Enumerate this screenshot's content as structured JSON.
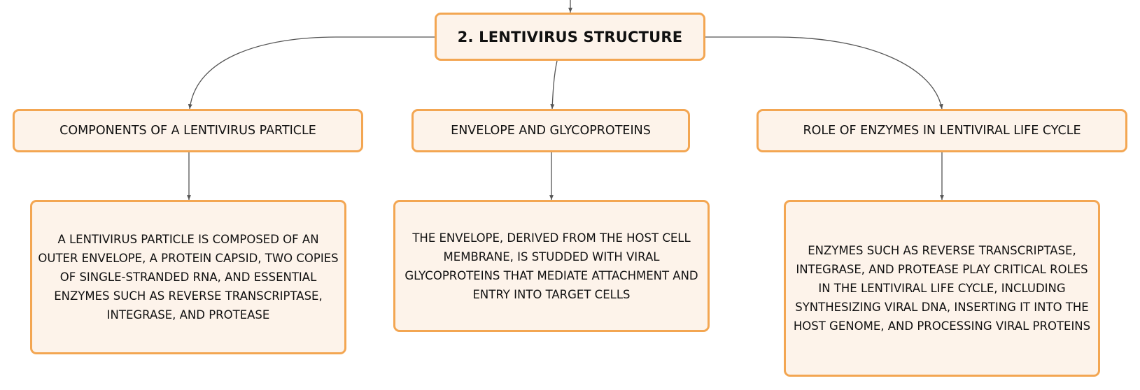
{
  "root": {
    "title": "2. LENTIVIRUS STRUCTURE"
  },
  "branches": [
    {
      "label": "COMPONENTS OF A LENTIVIRUS PARTICLE",
      "detail": "A LENTIVIRUS PARTICLE IS COMPOSED OF AN OUTER ENVELOPE, A PROTEIN CAPSID, TWO COPIES OF SINGLE-STRANDED RNA, AND ESSENTIAL ENZYMES SUCH AS REVERSE TRANSCRIPTASE, INTEGRASE, AND PROTEASE"
    },
    {
      "label": "ENVELOPE AND GLYCOPROTEINS",
      "detail": "THE ENVELOPE, DERIVED FROM THE HOST CELL MEMBRANE, IS STUDDED WITH VIRAL GLYCOPROTEINS THAT MEDIATE ATTACHMENT AND ENTRY INTO TARGET CELLS"
    },
    {
      "label": "ROLE OF ENZYMES IN LENTIVIRAL LIFE CYCLE",
      "detail": "ENZYMES SUCH AS REVERSE TRANSCRIPTASE, INTEGRASE, AND PROTEASE PLAY CRITICAL ROLES IN THE LENTIVIRAL LIFE CYCLE, INCLUDING SYNTHESIZING VIRAL DNA, INSERTING IT INTO THE HOST GENOME, AND PROCESSING VIRAL PROTEINS"
    }
  ],
  "colors": {
    "node_border": "#f3a652",
    "node_fill": "#fdf3ea",
    "connector": "#555555",
    "text": "#111111"
  }
}
